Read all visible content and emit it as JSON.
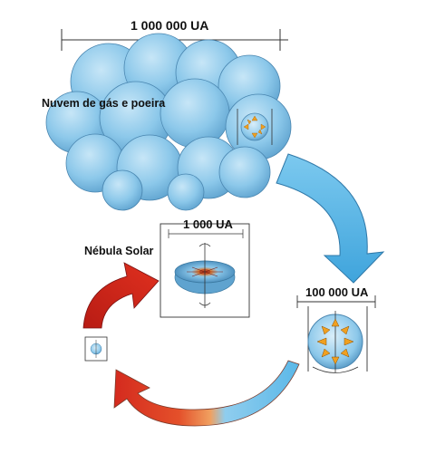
{
  "labels": {
    "cloud_scale": "1 000 000 UA",
    "cloud_name": "Nuvem de gás e poeira",
    "disk_scale": "1 000 UA",
    "nebula_name": "Nébula Solar",
    "core_scale": "100 000 UA"
  },
  "colors": {
    "cloud": "#8cc8ea",
    "cloud_shadow": "#5fa3cf",
    "arrow_blue": "#5bb8e8",
    "arrow_red": "#d42a1e",
    "arrow_orange": "#e98a3a",
    "compression_arrows": "#f0a020",
    "disk_core": "#c0502a"
  }
}
